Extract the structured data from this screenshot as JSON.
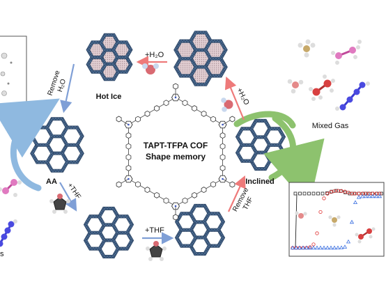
{
  "center": {
    "title_line1": "TAPT-TFPA COF",
    "title_line2": "Shape memory"
  },
  "states": {
    "hot_ice": "Hot Ice",
    "aa": "AA",
    "inclined": "Inclined",
    "mixed_gas": "Mixed Gas"
  },
  "arrows": {
    "add_h2o": "+H₂O",
    "remove_h2o_line1": "Remove",
    "remove_h2o_line2": "H₂O",
    "add_h2o_right": "+H₂O",
    "add_thf_left": "+THF",
    "add_thf_bottom": "+THF",
    "remove_thf_line1": "Remove",
    "remove_thf_line2": "THF"
  },
  "edge_text": {
    "left_bottom": "s"
  },
  "colors": {
    "framework": "#4e6f96",
    "framework_dark": "#2f4766",
    "ice_pore": "#d8c3c8",
    "arrow_blue": "#7f9fd6",
    "arrow_red": "#ee7a7a",
    "swirl_blue": "#8fb9e0",
    "swirl_green": "#8dc26e",
    "plot_black": "#222222",
    "plot_red": "#e03030",
    "plot_blue": "#3a6fe0"
  },
  "icons": [
    "cof-cluster-icon",
    "water-molecule-icon",
    "thf-molecule-icon",
    "gas-molecule-icon",
    "breakthrough-plot-icon"
  ]
}
